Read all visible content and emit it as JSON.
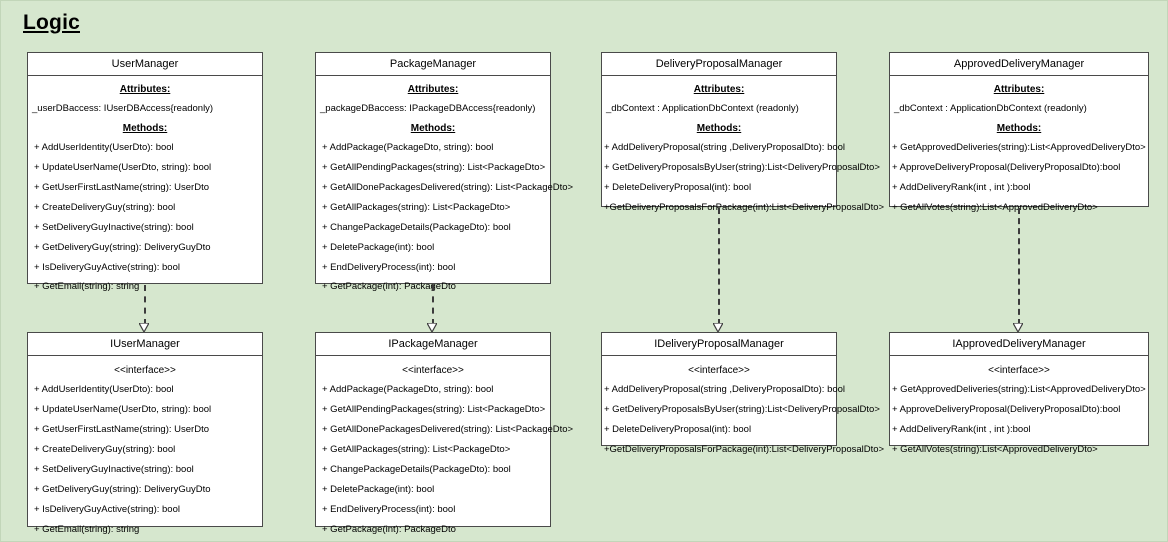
{
  "title": "Logic",
  "colors": {
    "background": "#d6e7ce",
    "box_fill": "#ffffff",
    "box_border": "#4a4a4a",
    "connector": "#3c3c3c"
  },
  "labels": {
    "attributes_heading": "Attributes:",
    "methods_heading": "Methods:",
    "interface_stereotype": "<<interface>>"
  },
  "classes": [
    {
      "name": "UserManager",
      "attributes": [
        "_userDBaccess: IUserDBAccess{readonly)"
      ],
      "methods": [
        "+ AddUserIdentity(UserDto): bool",
        "+ UpdateUserName(UserDto, string): bool",
        "+ GetUserFirstLastName(string): UserDto",
        "+ CreateDeliveryGuy(string): bool",
        "+ SetDeliveryGuyInactive(string): bool",
        "+ GetDeliveryGuy(string): DeliveryGuyDto",
        "+ IsDeliveryGuyActive(string): bool",
        "+ GetEmail(string): string"
      ]
    },
    {
      "name": "PackageManager",
      "attributes": [
        "_packageDBaccess: IPackageDBAccess{readonly)"
      ],
      "methods": [
        "+ AddPackage(PackageDto, string): bool",
        "+ GetAllPendingPackages(string): List<PackageDto>",
        "+ GetAllDonePackagesDelivered(string): List<PackageDto>",
        "+ GetAllPackages(string): List<PackageDto>",
        "+ ChangePackageDetails(PackageDto): bool",
        "+ DeletePackage(int): bool",
        "+ EndDeliveryProcess(int): bool",
        "+ GetPackage(int): PackageDto"
      ]
    },
    {
      "name": "DeliveryProposalManager",
      "attributes": [
        "_dbContext : ApplicationDbContext (readonly)"
      ],
      "methods": [
        "+ AddDeliveryProposal(string ,DeliveryProposalDto): bool",
        "+ GetDeliveryProposalsByUser(string):List<DeliveryProposalDto>",
        "+ DeleteDeliveryProposal(int): bool",
        "+GetDeliveryProposalsForPackage(int):List<DeliveryProposalDto>"
      ]
    },
    {
      "name": "ApprovedDeliveryManager",
      "attributes": [
        "_dbContext : ApplicationDbContext (readonly)"
      ],
      "methods": [
        "+ GetApprovedDeliveries(string):List<ApprovedDeliveryDto>",
        "+ ApproveDeliveryProposal(DeliveryProposalDto):bool",
        "+ AddDeliveryRank(int , int ):bool",
        "+ GetAllVotes(string):List<ApprovedDeliveryDto>"
      ]
    }
  ],
  "interfaces": [
    {
      "name": "IUserManager",
      "methods": [
        "+ AddUserIdentity(UserDto): bool",
        "+ UpdateUserName(UserDto, string): bool",
        "+ GetUserFirstLastName(string): UserDto",
        "+ CreateDeliveryGuy(string): bool",
        "+ SetDeliveryGuyInactive(string): bool",
        "+ GetDeliveryGuy(string): DeliveryGuyDto",
        "+ IsDeliveryGuyActive(string): bool",
        "+ GetEmail(string): string"
      ]
    },
    {
      "name": "IPackageManager",
      "methods": [
        "+ AddPackage(PackageDto, string): bool",
        "+ GetAllPendingPackages(string): List<PackageDto>",
        "+ GetAllDonePackagesDelivered(string): List<PackageDto>",
        "+ GetAllPackages(string): List<PackageDto>",
        "+ ChangePackageDetails(PackageDto): bool",
        "+ DeletePackage(int): bool",
        "+ EndDeliveryProcess(int): bool",
        "+ GetPackage(int): PackageDto"
      ]
    },
    {
      "name": "IDeliveryProposalManager",
      "methods": [
        "+ AddDeliveryProposal(string ,DeliveryProposalDto): bool",
        "+ GetDeliveryProposalsByUser(string):List<DeliveryProposalDto>",
        "+ DeleteDeliveryProposal(int): bool",
        "+GetDeliveryProposalsForPackage(int):List<DeliveryProposalDto>"
      ]
    },
    {
      "name": "IApprovedDeliveryManager",
      "methods": [
        "+ GetApprovedDeliveries(string):List<ApprovedDeliveryDto>",
        "+ ApproveDeliveryProposal(DeliveryProposalDto):bool",
        "+ AddDeliveryRank(int , int ):bool",
        "+ GetAllVotes(string):List<ApprovedDeliveryDto>"
      ]
    }
  ]
}
